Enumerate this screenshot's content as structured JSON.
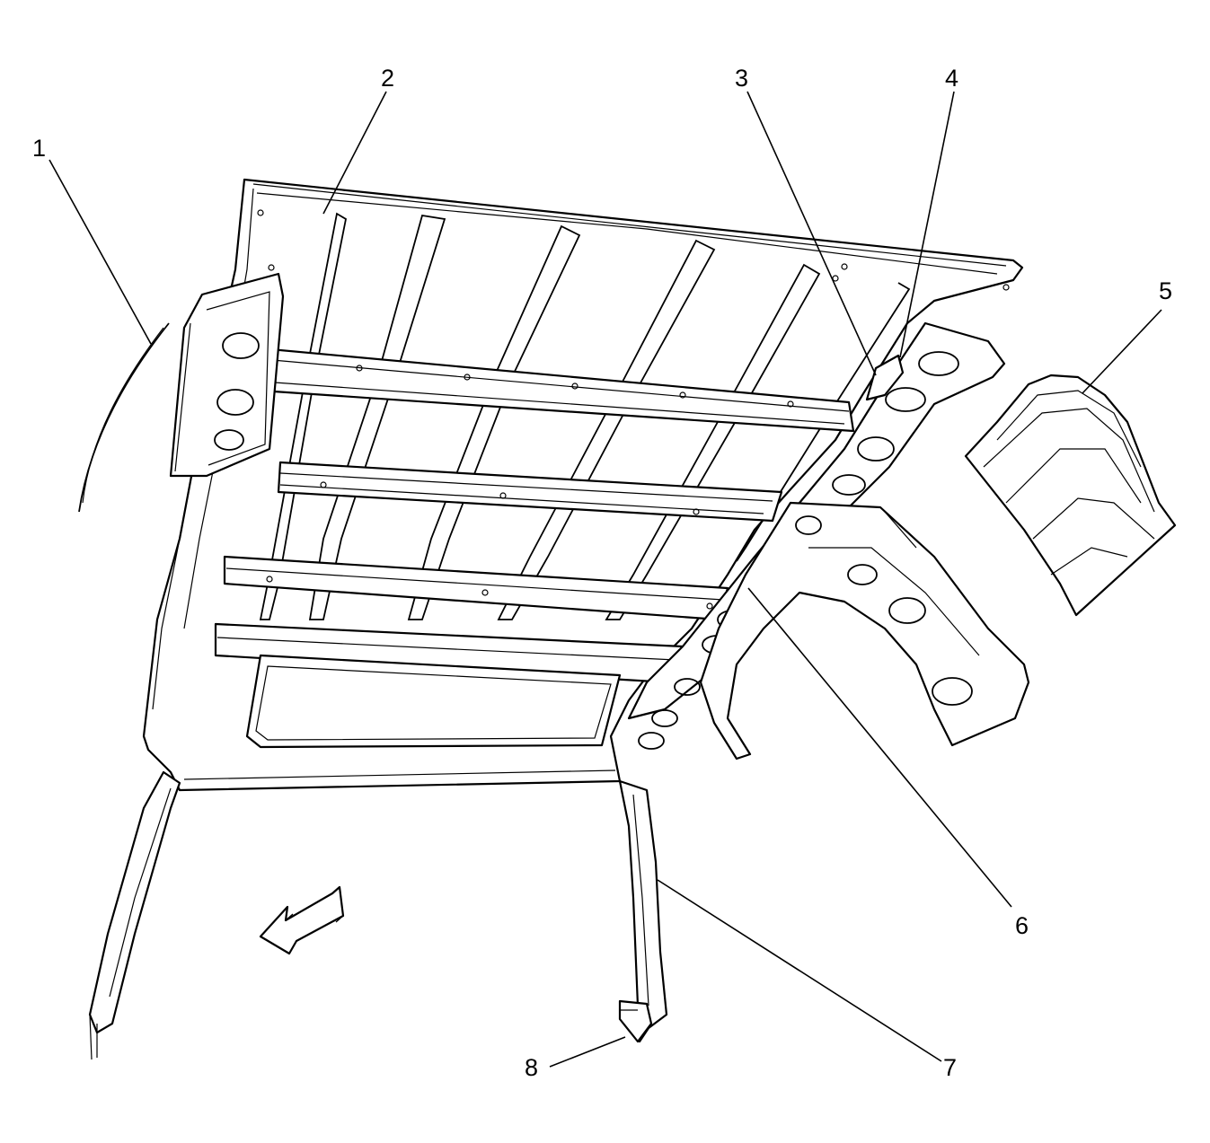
{
  "diagram": {
    "ink_color": "#000000",
    "background_color": "#ffffff",
    "callouts": [
      {
        "id": "1",
        "label": "1"
      },
      {
        "id": "2",
        "label": "2"
      },
      {
        "id": "3",
        "label": "3"
      },
      {
        "id": "4",
        "label": "4"
      },
      {
        "id": "5",
        "label": "5"
      },
      {
        "id": "6",
        "label": "6"
      },
      {
        "id": "7",
        "label": "7"
      },
      {
        "id": "8",
        "label": "8"
      }
    ],
    "direction_arrow_icon": "front-direction-arrow-icon"
  }
}
